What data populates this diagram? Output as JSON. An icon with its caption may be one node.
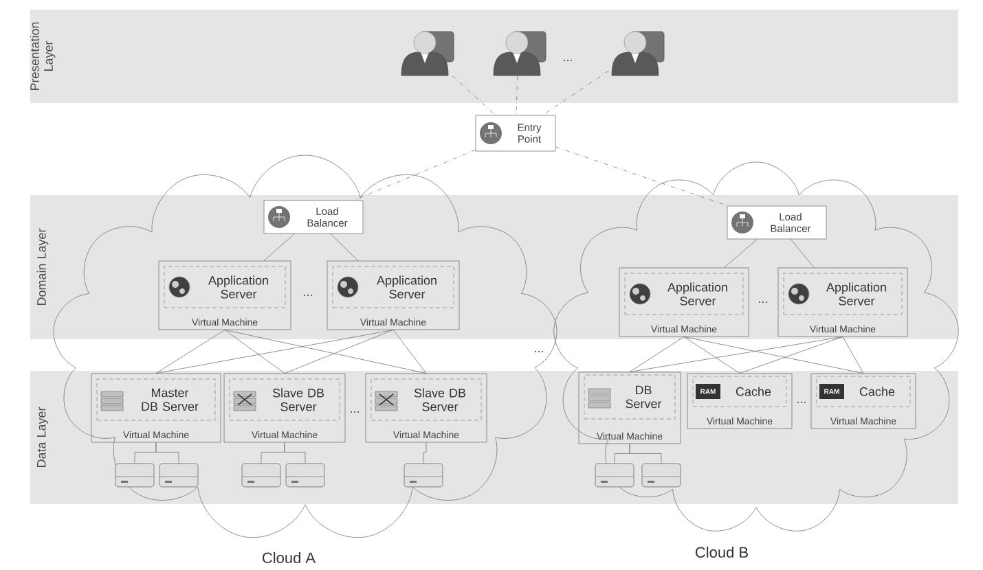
{
  "diagram": {
    "nodes": [
      {
        "text": [],
        "shape": "person"
      },
      {
        "text": [],
        "shape": "person"
      },
      {
        "text": [],
        "shape": "person"
      },
      {
        "text": [
          "Entry Point"
        ]
      },
      {
        "text": [
          "Cloud A"
        ]
      },
      {
        "text": [
          "Load Balancer"
        ],
        "in": 4
      },
      {
        "text": [
          "Virtual Machine"
        ],
        "in": 4
      },
      {
        "text": [
          "Application Server"
        ],
        "in": 6
      },
      {
        "text": [
          "Virtual Machine"
        ],
        "in": 4
      },
      {
        "text": [
          "Application Server"
        ],
        "in": 8
      },
      {
        "text": [
          "Virtual Machine"
        ],
        "in": 4
      },
      {
        "text": [
          "Master DB Server"
        ],
        "in": 10
      },
      {
        "text": [
          "Virtual Machine"
        ],
        "in": 4
      },
      {
        "text": [
          "Slave DB Server"
        ],
        "in": 12
      },
      {
        "text": [
          "Virtual Machine"
        ],
        "in": 4
      },
      {
        "text": [
          "Slave DB Server"
        ],
        "in": 14
      },
      {
        "text": [],
        "shape": "drive",
        "in": 4
      },
      {
        "text": [],
        "shape": "drive",
        "in": 4
      },
      {
        "text": [],
        "shape": "drive",
        "in": 4
      },
      {
        "text": [],
        "shape": "drive",
        "in": 4
      },
      {
        "text": [],
        "shape": "drive",
        "in": 4
      },
      {
        "text": [
          "Cloud B"
        ]
      },
      {
        "text": [
          "Load Balancer"
        ],
        "in": 21
      },
      {
        "text": [
          "Virtual Machine"
        ],
        "in": 21
      },
      {
        "text": [
          "Application Server"
        ],
        "in": 23
      },
      {
        "text": [
          "Virtual Machine"
        ],
        "in": 21
      },
      {
        "text": [
          "Application Server"
        ],
        "in": 25
      },
      {
        "text": [
          "Virtual Machine"
        ],
        "in": 21
      },
      {
        "text": [
          "DB Server"
        ],
        "in": 27
      },
      {
        "text": [
          "Virtual Machine"
        ],
        "in": 21
      },
      {
        "text": [
          "Cache"
        ],
        "in": 29
      },
      {
        "text": [
          "Virtual Machine"
        ],
        "in": 21
      },
      {
        "text": [
          "Cache"
        ],
        "in": 31
      },
      {
        "text": [],
        "shape": "drive",
        "in": 21
      },
      {
        "text": [],
        "shape": "drive",
        "in": 21
      }
    ],
    "edges": [
      {
        "from": 0,
        "to": 3,
        "arrow": "none",
        "style": "dashed"
      },
      {
        "from": 1,
        "to": 3,
        "arrow": "none",
        "style": "dashed"
      },
      {
        "from": 2,
        "to": 3,
        "arrow": "none",
        "style": "dashed"
      },
      {
        "from": 3,
        "to": 5,
        "arrow": "none",
        "style": "dashed"
      },
      {
        "from": 3,
        "to": 22,
        "arrow": "none",
        "style": "dashed"
      },
      {
        "from": 5,
        "to": 6,
        "arrow": "none"
      },
      {
        "from": 5,
        "to": 8,
        "arrow": "none"
      },
      {
        "from": 6,
        "to": 10,
        "arrow": "none"
      },
      {
        "from": 6,
        "to": 12,
        "arrow": "none"
      },
      {
        "from": 6,
        "to": 14,
        "arrow": "none"
      },
      {
        "from": 8,
        "to": 10,
        "arrow": "none"
      },
      {
        "from": 8,
        "to": 12,
        "arrow": "none"
      },
      {
        "from": 8,
        "to": 14,
        "arrow": "none"
      },
      {
        "from": 10,
        "to": 16,
        "arrow": "none"
      },
      {
        "from": 10,
        "to": 17,
        "arrow": "none"
      },
      {
        "from": 12,
        "to": 18,
        "arrow": "none"
      },
      {
        "from": 12,
        "to": 19,
        "arrow": "none"
      },
      {
        "from": 14,
        "to": 20,
        "arrow": "none"
      },
      {
        "from": 22,
        "to": 23,
        "arrow": "none"
      },
      {
        "from": 22,
        "to": 25,
        "arrow": "none"
      },
      {
        "from": 23,
        "to": 27,
        "arrow": "none"
      },
      {
        "from": 23,
        "to": 29,
        "arrow": "none"
      },
      {
        "from": 23,
        "to": 31,
        "arrow": "none"
      },
      {
        "from": 25,
        "to": 27,
        "arrow": "none"
      },
      {
        "from": 25,
        "to": 29,
        "arrow": "none"
      },
      {
        "from": 25,
        "to": 31,
        "arrow": "none"
      },
      {
        "from": 27,
        "to": 33,
        "arrow": "none"
      },
      {
        "from": 27,
        "to": 34,
        "arrow": "none"
      }
    ],
    "labels": [
      "Presentation Layer",
      "...",
      "Domain Layer",
      "...",
      "...",
      "...",
      "Data Layer",
      "...",
      "RAM",
      "...",
      "RAM"
    ]
  }
}
